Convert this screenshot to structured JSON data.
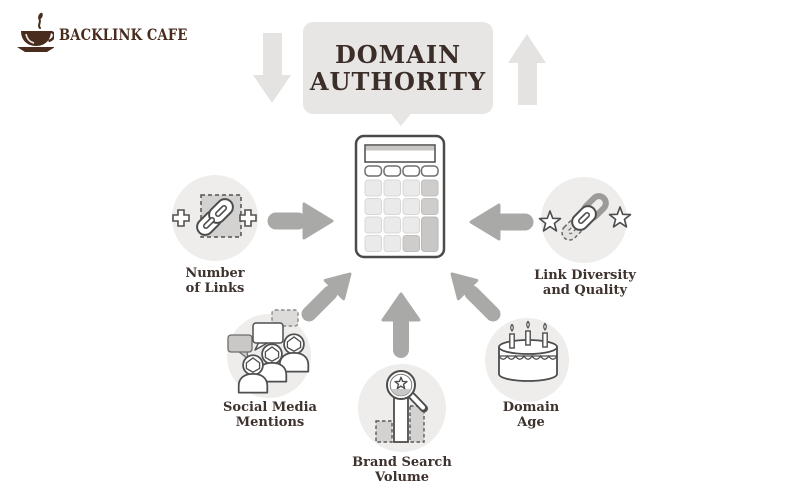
{
  "logo": {
    "brand": "BACKLINK CAFE"
  },
  "title": {
    "line1": "DOMAIN",
    "line2": "AUTHORITY"
  },
  "center": {
    "icon": "calculator-icon"
  },
  "factors": [
    {
      "id": "number-of-links",
      "line1": "Number",
      "line2": "of Links",
      "icon": "chain-links-icon"
    },
    {
      "id": "link-diversity-quality",
      "line1": "Link Diversity",
      "line2": "and Quality",
      "icon": "chain-stars-icon"
    },
    {
      "id": "social-media-mentions",
      "line1": "Social Media",
      "line2": "Mentions",
      "icon": "people-chat-icon"
    },
    {
      "id": "brand-search-volume",
      "line1": "Brand Search",
      "line2": "Volume",
      "icon": "magnifier-bars-icon"
    },
    {
      "id": "domain-age",
      "line1": "Domain",
      "line2": "Age",
      "icon": "birthday-cake-icon"
    }
  ],
  "colors": {
    "background": "#ffffff",
    "bubble": "#e7e6e4",
    "light_arrow": "#e4e3e2",
    "arrow": "#a9a9a8",
    "circle_fill": "#eeedec",
    "icon_outline": "#4d4d4d",
    "icon_gray_fill": "#d3d2d1",
    "label_text": "#3d322d",
    "title_text": "#3b2e29",
    "brand_brown": "#4a2c1e"
  }
}
